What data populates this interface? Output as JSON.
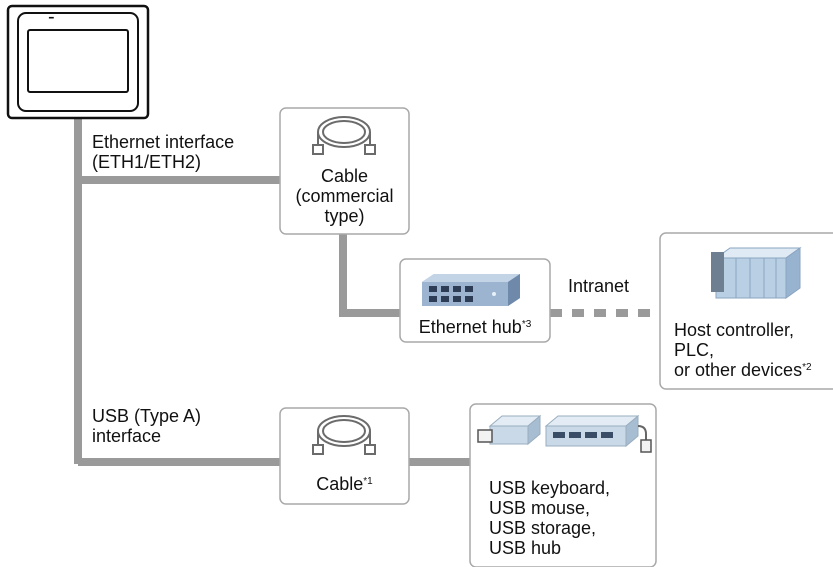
{
  "device": {
    "label": "-"
  },
  "ethernet_interface": {
    "line1": "Ethernet interface",
    "line2": "(ETH1/ETH2)"
  },
  "cable_commercial": {
    "line1": "Cable",
    "line2": "(commercial",
    "line3": "type)"
  },
  "ethernet_hub": {
    "label": "Ethernet hub",
    "note": "*3"
  },
  "intranet": {
    "label": "Intranet"
  },
  "host": {
    "line1": "Host controller,",
    "line2": "PLC,",
    "line3": "or other devices",
    "note": "*2"
  },
  "usb_interface": {
    "line1": "USB (Type A)",
    "line2": "interface"
  },
  "usb_cable": {
    "label": "Cable",
    "note": "*1"
  },
  "usb_devices": {
    "line1": "USB keyboard,",
    "line2": "USB mouse,",
    "line3": "USB storage,",
    "line4": "USB hub"
  },
  "colors": {
    "line": "#9a9a9a",
    "box_border": "#a9a9a9",
    "device_body": "#ffffff",
    "hub": "#8fa9c6",
    "plc": "#b9cfe3"
  }
}
